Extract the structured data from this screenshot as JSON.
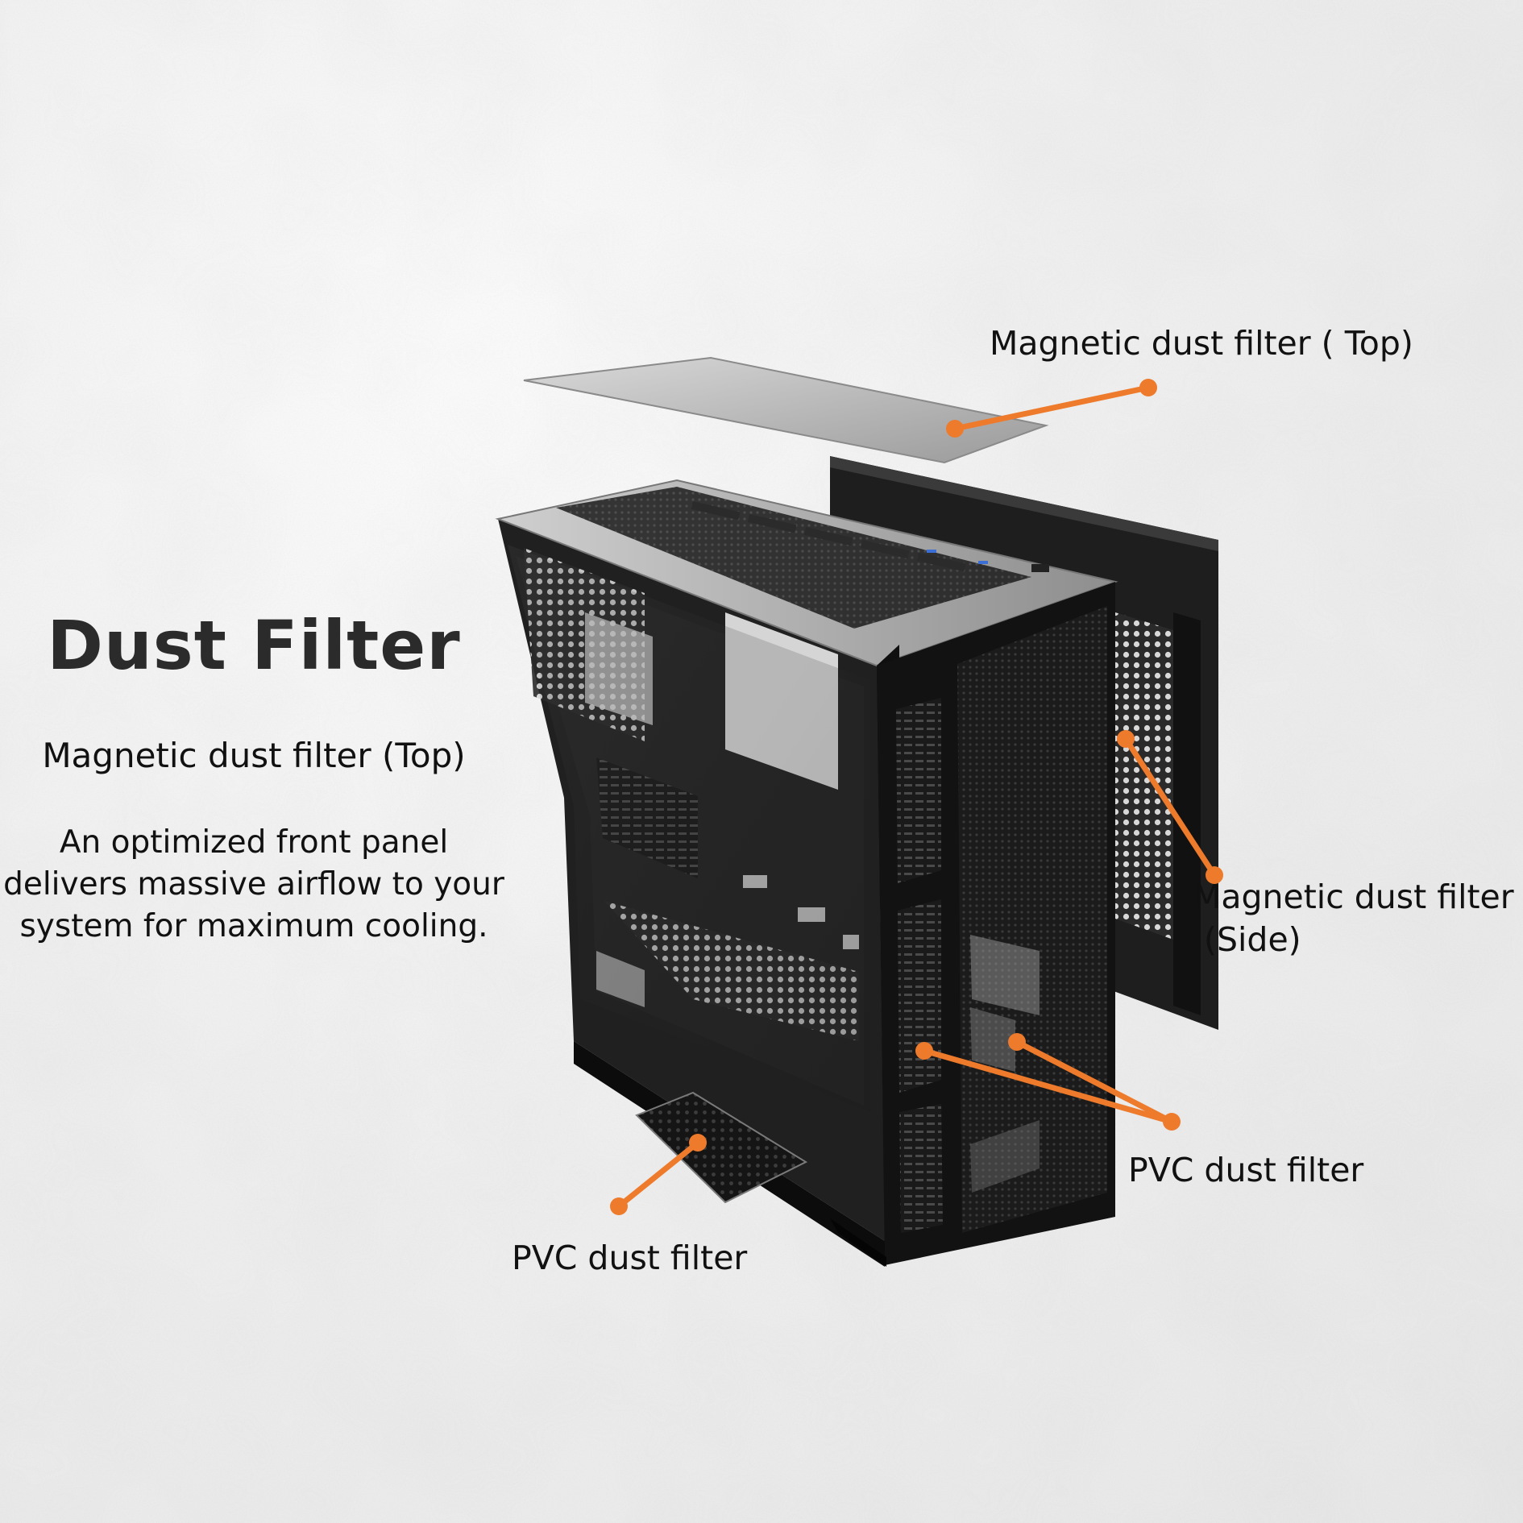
{
  "heading": "Dust Filter",
  "subheading": "Magnetic dust filter (Top)",
  "description": [
    "An optimized front panel",
    "delivers massive airflow to your",
    "system for maximum cooling."
  ],
  "callouts": {
    "top": "Magnetic dust filter ( Top)",
    "side": [
      "Magnetic dust filter",
      "(Side)"
    ],
    "front": "PVC dust filter",
    "bottom": "PVC dust filter"
  },
  "colors": {
    "accent": "#ee7a2b",
    "heading": "#2b2b2b",
    "text": "#111111",
    "background": "#ececec"
  }
}
